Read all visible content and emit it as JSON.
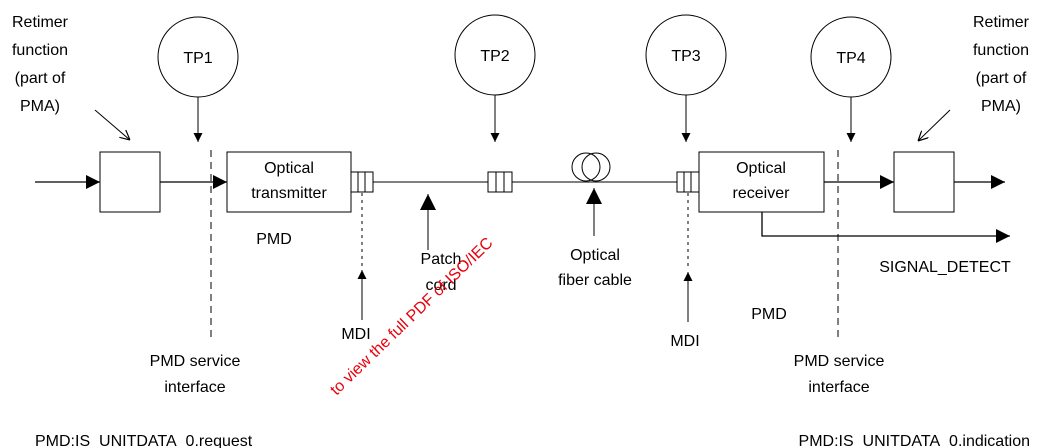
{
  "labels": {
    "retimer_left": [
      "Retimer",
      "function",
      "(part of",
      "PMA)"
    ],
    "retimer_right": [
      "Retimer",
      "function",
      "(part of",
      "PMA)"
    ],
    "tp1": "TP1",
    "tp2": "TP2",
    "tp3": "TP3",
    "tp4": "TP4",
    "optical_transmitter": [
      "Optical",
      "transmitter"
    ],
    "optical_receiver": [
      "Optical",
      "receiver"
    ],
    "pmd_left": "PMD",
    "pmd_right": "PMD",
    "patch_cord": [
      "Patch",
      "cord"
    ],
    "optical_fiber_cable": [
      "Optical",
      "fiber cable"
    ],
    "mdi_left": "MDI",
    "mdi_right": "MDI",
    "signal_detect": "SIGNAL_DETECT",
    "pmd_service_interface_left": [
      "PMD service",
      "interface"
    ],
    "pmd_service_interface_right": [
      "PMD service",
      "interface"
    ],
    "request_primitive": "PMD:IS_UNITDATA_0.request",
    "indication_primitive": "PMD:IS_UNITDATA_0.indication"
  },
  "watermark": {
    "text": "to view the full PDF of ISO/IEC",
    "color": "#e8000b"
  }
}
